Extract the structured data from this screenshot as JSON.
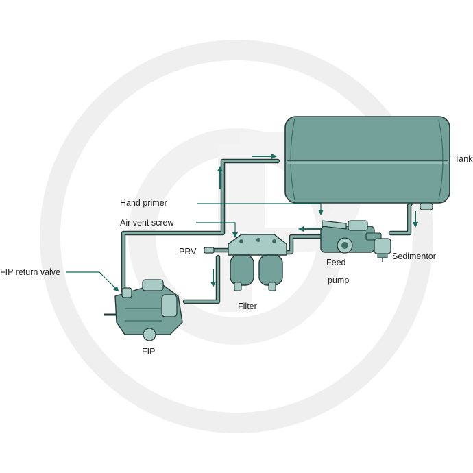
{
  "labels": {
    "tank": "Tank",
    "hand_primer": "Hand primer",
    "air_vent_screw": "Air vent screw",
    "prv": "PRV",
    "fip_return_valve": "FIP return valve",
    "feed_line1": "Feed",
    "feed_line2": "pump",
    "sedimentor": "Sedimentor",
    "filter": "Filter",
    "fip": "FIP"
  },
  "colors": {
    "background": "#ffffff",
    "watermark": "#ededed",
    "component_fill": "#74a29a",
    "component_dark": "#3f6b64",
    "component_light": "#a9cbc5",
    "pipe_fill": "#86aca6",
    "outline": "#243a37",
    "arrow": "#17695c",
    "leader": "#17695c"
  },
  "icons": {
    "flow_arrow": "arrow-icon",
    "watermark": "circle-logo-watermark"
  }
}
